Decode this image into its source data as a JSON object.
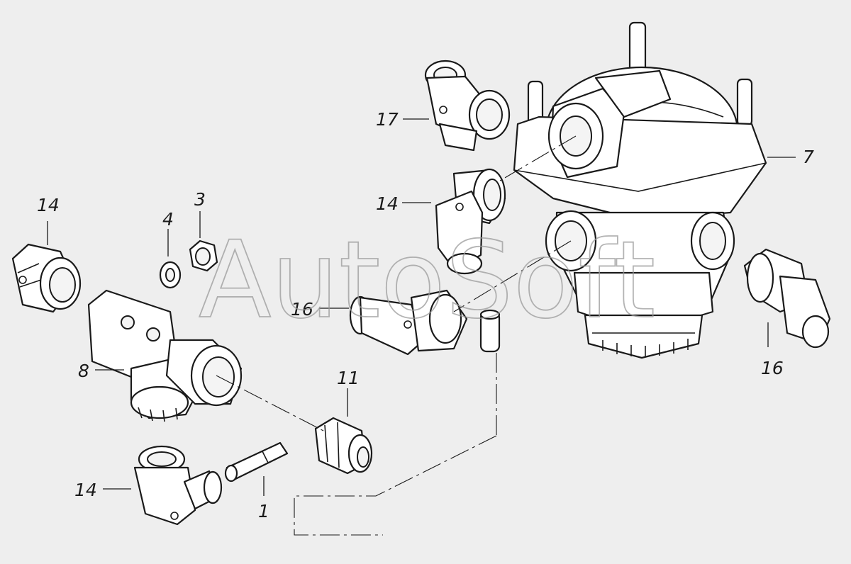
{
  "watermark": "AutoSoft",
  "callouts": {
    "c1": "1",
    "c3": "3",
    "c4": "4",
    "c7": "7",
    "c8": "8",
    "c11": "11",
    "c14_left": "14",
    "c14_center": "14",
    "c14_bottom": "14",
    "c16_center": "16",
    "c16_right": "16",
    "c17": "17"
  },
  "colors": {
    "background": "#eeeeee",
    "line": "#1a1a1a",
    "watermark": "#9a9a9a"
  }
}
